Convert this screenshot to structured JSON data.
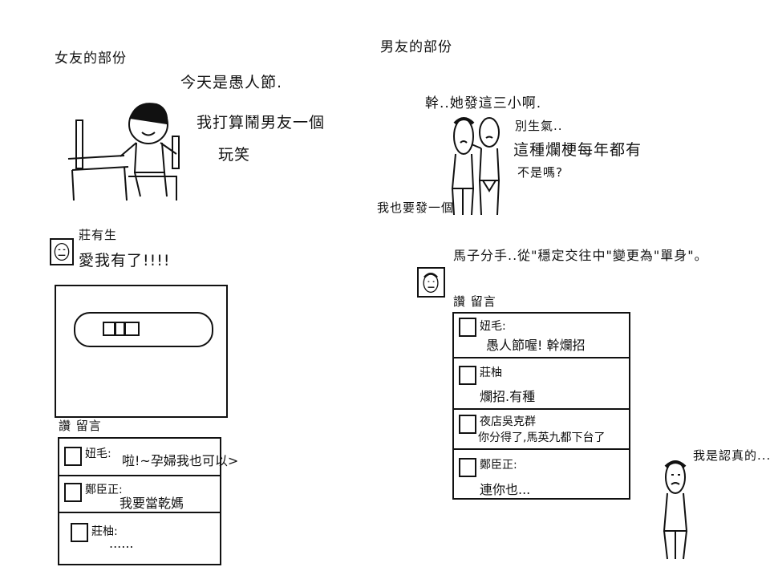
{
  "girlfriend_part": {
    "heading": "女友的部份",
    "thought": [
      "今天是愚人節.",
      "我打算鬧男友一個",
      "玩笑"
    ],
    "post": {
      "author": "莊有生",
      "text": "愛我有了!!!!",
      "actions": "讚 留言",
      "comments": [
        {
          "name": "妞毛:",
          "text": "啦!~孕婦我也可以>"
        },
        {
          "name": "鄭臣正:",
          "text": "我要當乾媽"
        },
        {
          "name": "莊柚:",
          "text": "......"
        }
      ]
    }
  },
  "boyfriend_part": {
    "heading": "男友的部份",
    "speech_angry": "幹..她發這三小啊.",
    "speech_friend": [
      "別生氣..",
      "這種爛梗每年都有",
      "不是嗎?"
    ],
    "speech_reply": "我也要發一個",
    "post": {
      "text": "馬子分手..從\"穩定交往中\"變更為\"單身\"。",
      "actions": "讚 留言",
      "comments": [
        {
          "name": "妞毛:",
          "text": "愚人節喔! 幹爛招"
        },
        {
          "name": "莊柚",
          "text": "爛招.有種"
        },
        {
          "name": "夜店吳克群",
          "text": "你分得了,馬英九都下台了"
        },
        {
          "name": "鄭臣正:",
          "text": "連你也..."
        }
      ]
    },
    "final_remark": "我是認真的..."
  }
}
